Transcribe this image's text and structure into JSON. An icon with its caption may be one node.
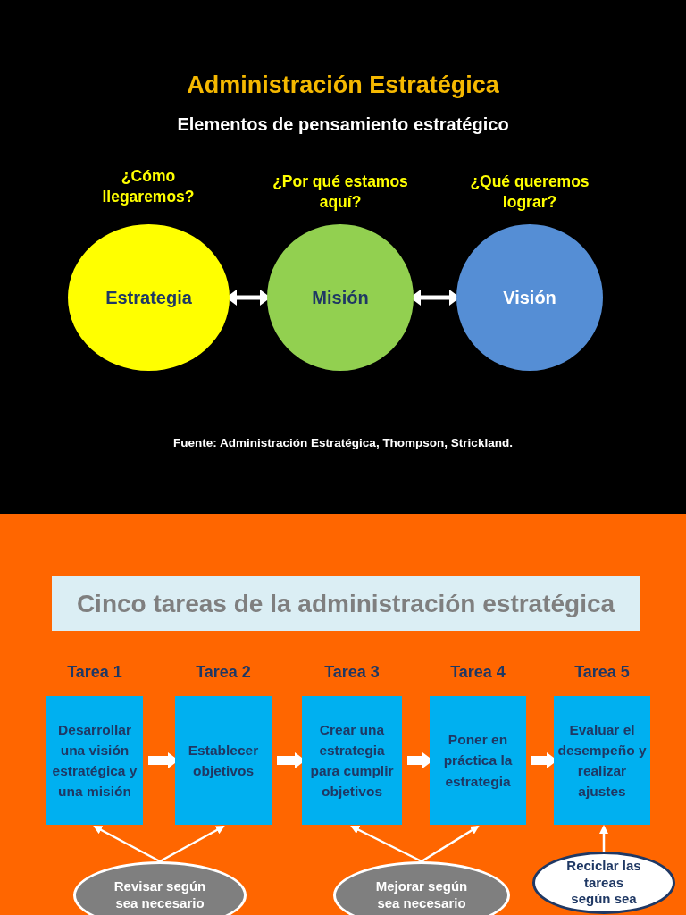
{
  "diagram": {
    "title": "Administración Estratégica",
    "nodes": [
      {
        "text": [
          "Estrategia"
        ],
        "beside": [
          "¿Cómo llegaremos?"
        ]
      },
      {
        "text": [
          "Misión"
        ],
        "beside": [
          "¿Por qué estamos aquí?"
        ]
      },
      {
        "text": [
          "Visión"
        ],
        "beside": [
          "¿Qué queremos lograr?"
        ]
      },
      {
        "text": [
          "Tarea 1",
          "Desarrollar una visión estratégica y una misión"
        ]
      },
      {
        "text": [
          "Tarea 2",
          "Establecer objetivos"
        ]
      },
      {
        "text": [
          "Tarea 3",
          "Crear una estrategia para cumplir objetivos"
        ]
      },
      {
        "text": [
          "Tarea 4",
          "Poner en práctica la estrategia"
        ]
      },
      {
        "text": [
          "Tarea 5",
          "Evaluar el desempeño y realizar ajustes"
        ]
      },
      {
        "text": [
          "Revisar según sea necesario"
        ]
      },
      {
        "text": [
          "Mejorar según sea necesario"
        ]
      },
      {
        "text": [
          "Reciclar las tareas según sea"
        ]
      }
    ],
    "edges": [
      {
        "from": 0,
        "to": 1,
        "arrow": "both"
      },
      {
        "from": 1,
        "to": 2,
        "arrow": "both"
      },
      {
        "from": 3,
        "to": 4,
        "arrow": "to",
        "style": "thick"
      },
      {
        "from": 4,
        "to": 5,
        "arrow": "to",
        "style": "thick"
      },
      {
        "from": 5,
        "to": 6,
        "arrow": "to",
        "style": "thick"
      },
      {
        "from": 6,
        "to": 7,
        "arrow": "to",
        "style": "thick"
      },
      {
        "from": 8,
        "to": 3,
        "arrow": "to"
      },
      {
        "from": 8,
        "to": 4,
        "arrow": "to"
      },
      {
        "from": 9,
        "to": 5,
        "arrow": "to"
      },
      {
        "from": 9,
        "to": 6,
        "arrow": "to"
      },
      {
        "from": 10,
        "to": 7,
        "arrow": "to"
      }
    ],
    "labels": [
      "Elementos de pensamiento estratégico",
      "Fuente: Administración Estratégica, Thompson, Strickland.",
      "Cinco tareas de la administración estratégica"
    ]
  }
}
